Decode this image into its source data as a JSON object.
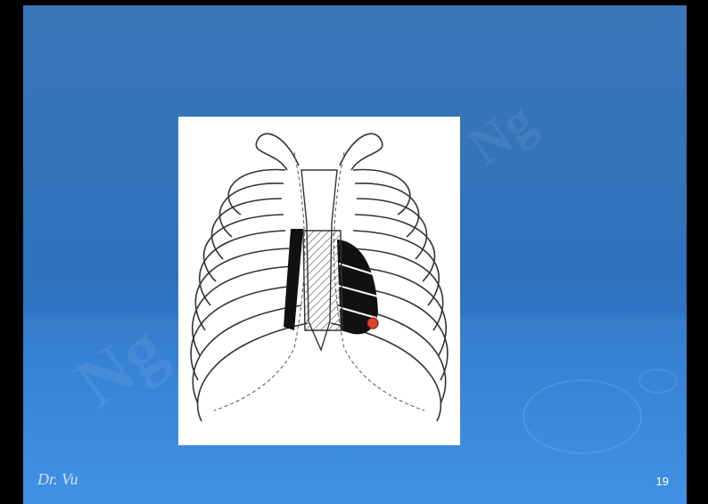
{
  "slide": {
    "author": "Dr. Vu",
    "page_number": "19"
  },
  "colors": {
    "background": "#2f73bd",
    "figure_background": "#ffffff",
    "highlight_marker": "#e0442a"
  },
  "figure": {
    "subject": "ribcage-heart-diagram"
  }
}
